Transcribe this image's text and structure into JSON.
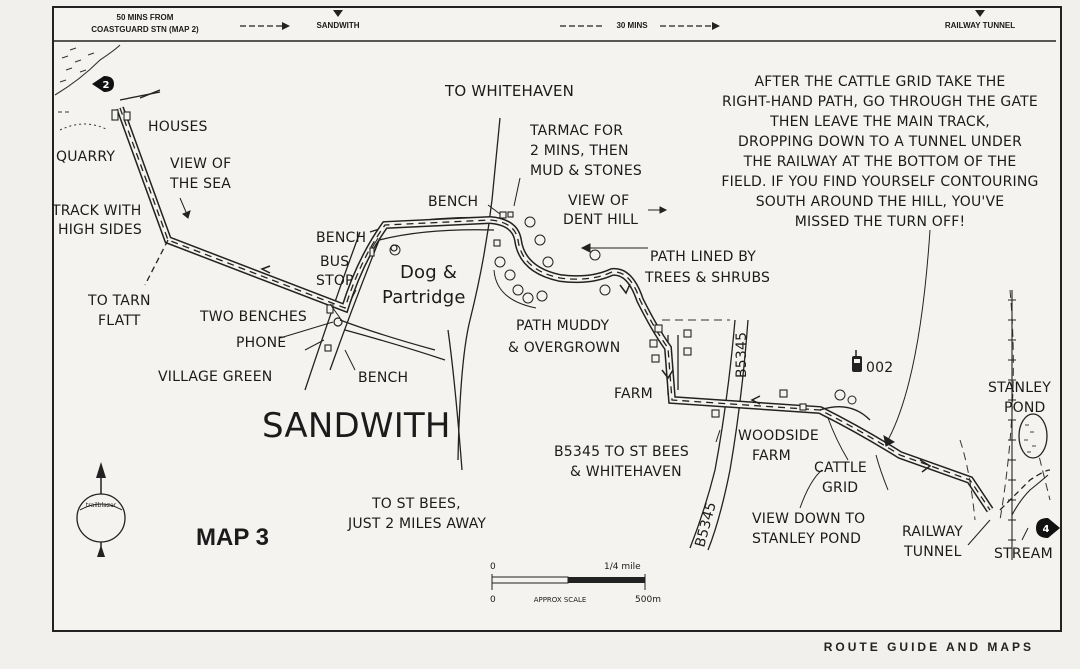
{
  "header": {
    "start_line1": "50 MINS FROM",
    "start_line2": "COASTGUARD STN (MAP 2)",
    "mid_place": "SANDWITH",
    "mid_time": "30 MINS",
    "end_place": "RAILWAY TUNNEL"
  },
  "labels": {
    "houses": "HOUSES",
    "quarry": "QUARRY",
    "view_sea_1": "VIEW OF",
    "view_sea_2": "THE SEA",
    "track_1": "TRACK WITH",
    "track_2": "HIGH SIDES",
    "tarn_1": "TO TARN",
    "tarn_2": "FLATT",
    "to_whitehaven": "TO WHITEHAVEN",
    "tarmac_1": "TARMAC FOR",
    "tarmac_2": "2 MINS, THEN",
    "tarmac_3": "MUD & STONES",
    "bench_top": "BENCH",
    "view_dent_1": "VIEW OF",
    "view_dent_2": "DENT HILL",
    "bench_left": "BENCH",
    "bus_1": "BUS",
    "bus_2": "STOP",
    "pub_1": "Dog &",
    "pub_2": "Partridge",
    "two_benches": "TWO BENCHES",
    "phone": "PHONE",
    "village_green": "VILLAGE GREEN",
    "bench_low": "BENCH",
    "sandwith": "SANDWITH",
    "path_lined_1": "PATH LINED BY",
    "path_lined_2": "TREES & SHRUBS",
    "path_muddy_1": "PATH MUDDY",
    "path_muddy_2": "& OVERGROWN",
    "farm": "FARM",
    "b5345_vert": "B5345",
    "b5345_dir_1": "B5345 TO ST BEES",
    "b5345_dir_2": "& WHITEHAVEN",
    "b5345_low": "B5345",
    "to_st_bees_1": "TO ST BEES,",
    "to_st_bees_2": "JUST 2 MILES AWAY",
    "woodside_1": "WOODSIDE",
    "woodside_2": "FARM",
    "cattle_1": "CATTLE",
    "cattle_2": "GRID",
    "gps": "002",
    "view_pond_1": "VIEW DOWN TO",
    "view_pond_2": "STANLEY POND",
    "tunnel_1": "RAILWAY",
    "tunnel_2": "TUNNEL",
    "stream": "STREAM",
    "stanley_1": "STANLEY",
    "stanley_2": "POND",
    "map_title": "MAP 3",
    "waypoint_start": "2",
    "waypoint_end": "4",
    "compass_brand": "trailblazer"
  },
  "note_lines": [
    "AFTER THE CATTLE GRID TAKE THE",
    "RIGHT-HAND PATH, GO THROUGH THE GATE",
    "THEN LEAVE THE MAIN TRACK,",
    "DROPPING DOWN TO A TUNNEL UNDER",
    "THE RAILWAY AT THE BOTTOM OF THE",
    "FIELD. IF YOU FIND YOURSELF CONTOURING",
    "SOUTH AROUND THE HILL, YOU'VE",
    "MISSED THE TURN OFF!"
  ],
  "scale": {
    "zero_top": "0",
    "quarter": "1/4 mile",
    "zero_bottom": "0",
    "approx": "APPROX SCALE",
    "metres": "500m"
  },
  "footer": "ROUTE GUIDE AND MAPS",
  "colors": {
    "ink": "#1b1b1b",
    "paper": "#f4f3ef",
    "waypoint_fill": "#111111"
  }
}
